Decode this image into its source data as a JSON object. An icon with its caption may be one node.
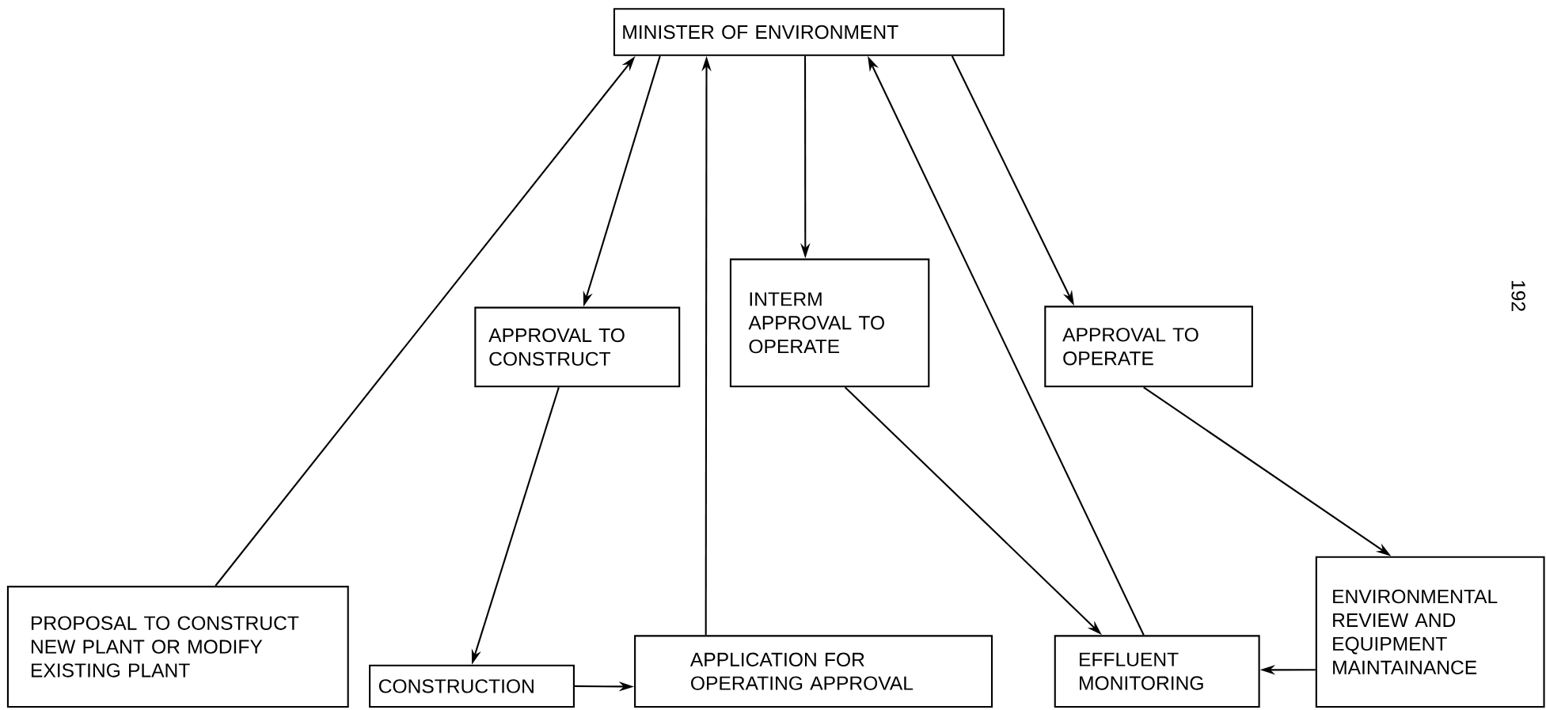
{
  "diagram": {
    "nodes": [
      {
        "text": [
          "MINISTER OF ENVIRONMENT"
        ]
      },
      {
        "text": [
          "APPROVAL TO CONSTRUCT"
        ]
      },
      {
        "text": [
          "INTERM APPROVAL TO OPERATE"
        ]
      },
      {
        "text": [
          "APPROVAL TO OPERATE"
        ]
      },
      {
        "text": [
          "PROPOSAL TO CONSTRUCT NEW PLANT OR MODIFY EXISTING PLANT"
        ]
      },
      {
        "text": [
          "CONSTRUCTION"
        ]
      },
      {
        "text": [
          "APPLICATION FOR OPERATING APPROVAL"
        ]
      },
      {
        "text": [
          "EFFLUENT MONITORING"
        ]
      },
      {
        "text": [
          "ENVIRONMENTAL REVIEW AND EQUIPMENT MAINTAINANCE"
        ]
      }
    ],
    "edges": [
      {
        "from": 4,
        "to": 0,
        "arrow": "to"
      },
      {
        "from": 0,
        "to": 1,
        "arrow": "to"
      },
      {
        "from": 1,
        "to": 5,
        "arrow": "to"
      },
      {
        "from": 5,
        "to": 6,
        "arrow": "to"
      },
      {
        "from": 6,
        "to": 0,
        "arrow": "to"
      },
      {
        "from": 0,
        "to": 2,
        "arrow": "to"
      },
      {
        "from": 2,
        "to": 7,
        "arrow": "to"
      },
      {
        "from": 7,
        "to": 0,
        "arrow": "to"
      },
      {
        "from": 0,
        "to": 3,
        "arrow": "to"
      },
      {
        "from": 3,
        "to": 8,
        "arrow": "to"
      },
      {
        "from": 8,
        "to": 7,
        "arrow": "to"
      }
    ],
    "labels": [
      "192"
    ]
  }
}
